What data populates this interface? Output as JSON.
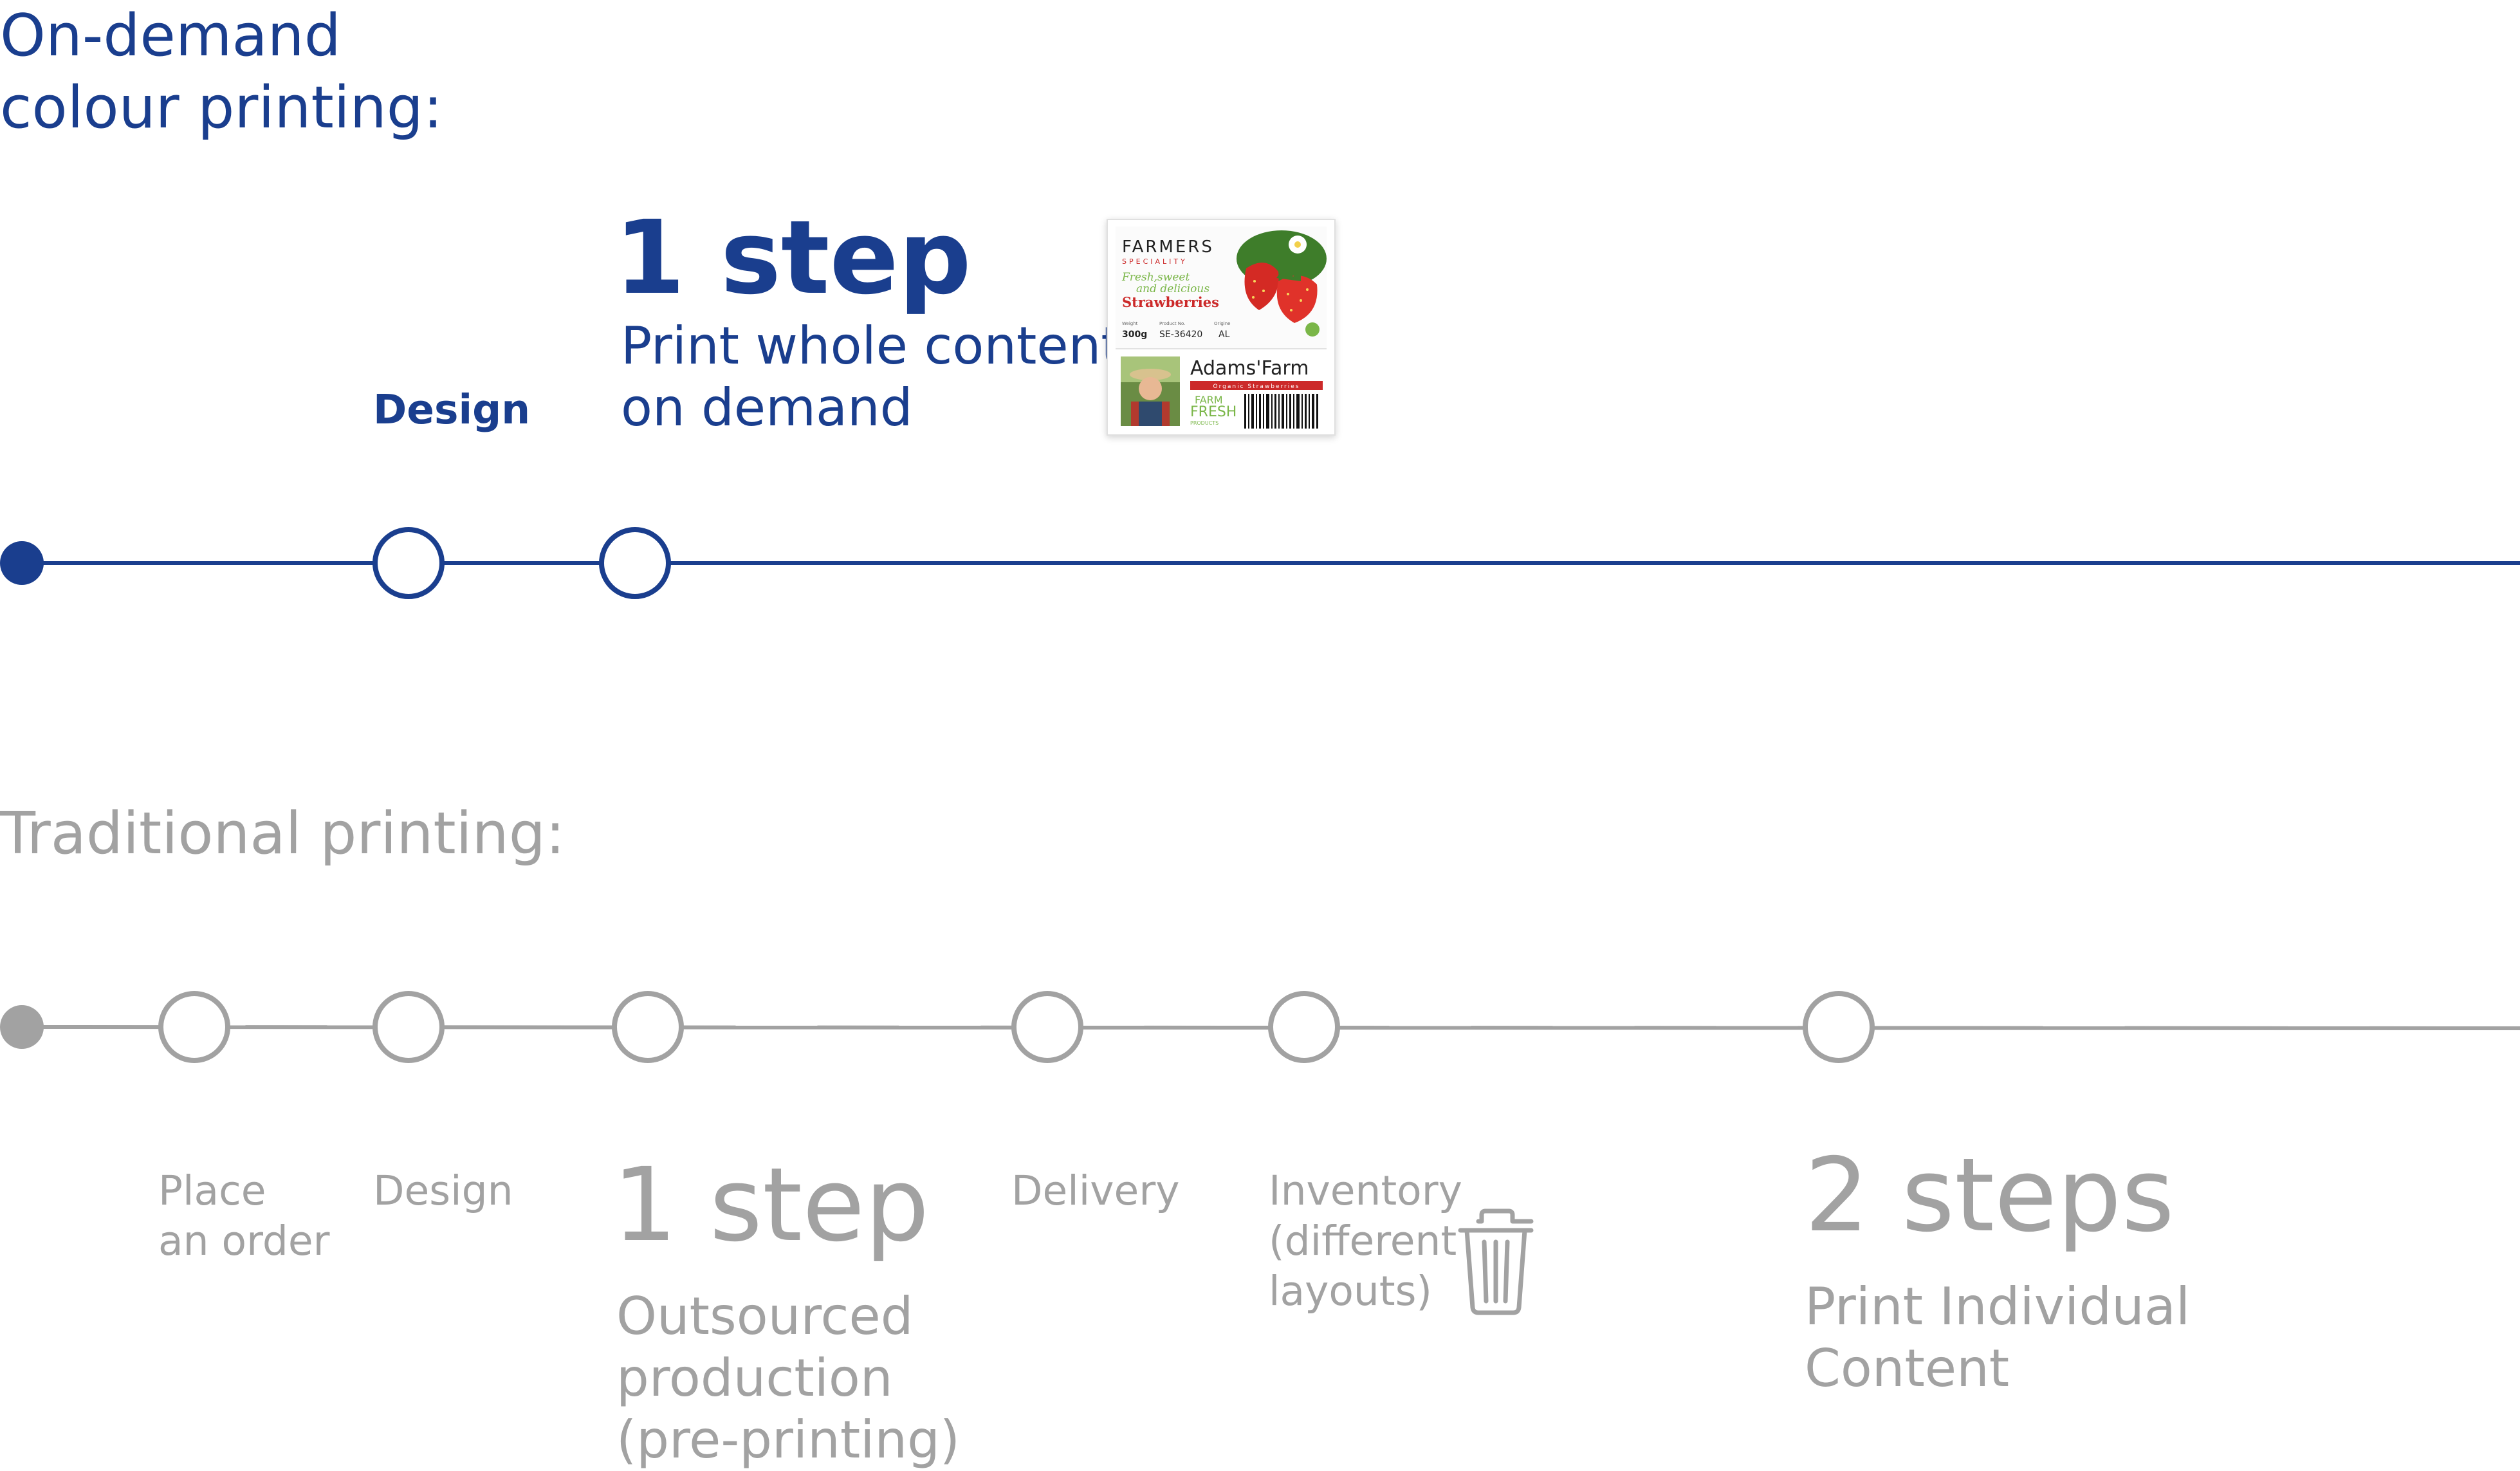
{
  "colors": {
    "on_demand": "#1a3e8e",
    "traditional": "#a2a2a2",
    "label_green": "#7ab648",
    "label_red": "#cc2a2a"
  },
  "on_demand": {
    "title_line1": "On-demand",
    "title_line2": "colour printing:",
    "design_label": "Design",
    "step_count": "1 step",
    "step_desc_line1": "Print whole content",
    "step_desc_line2": "on demand"
  },
  "traditional": {
    "title": "Traditional printing:",
    "place_order_line1": "Place",
    "place_order_line2": "an order",
    "design_label": "Design",
    "step_count_1": "1 step",
    "outsourced_line1": "Outsourced",
    "outsourced_line2": "production",
    "outsourced_line3": "(pre-printing)",
    "delivery_label": "Delivery",
    "inventory_line1": "Inventory",
    "inventory_line2": "(different",
    "inventory_line3": "layouts)",
    "inventory_icon": "trash-icon",
    "step_count_2": "2 steps",
    "individual_line1": "Print Individual",
    "individual_line2": "Content"
  },
  "sample_label": {
    "brand": "FARMERS",
    "tagline": "SPECIALITY",
    "slogan_line1": "Fresh,sweet",
    "slogan_line2": "and delicious",
    "product": "Strawberries",
    "weight_caption": "Weight",
    "product_no_caption": "Product No.",
    "origin_caption": "Origine",
    "weight": "300g",
    "product_no": "SE-36420",
    "origin": "AL",
    "farm_name": "Adams'Farm",
    "farm_sub": "Organic Strawberries",
    "logo_top": "FARM",
    "logo_mid": "FRESH",
    "logo_bottom": "PRODUCTS"
  }
}
